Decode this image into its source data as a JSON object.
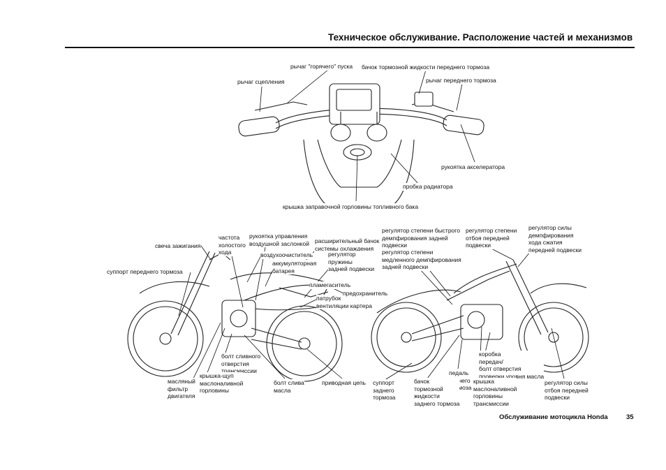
{
  "page": {
    "title": "Техническое обслуживание. Расположение частей и механизмов",
    "footer": "Обслуживание мотоцикла Honda",
    "page_number": "35"
  },
  "handlebar_labels": {
    "hot_start_lever": "рычаг \"горячего\" пуска",
    "front_brake_reservoir": "бачок тормозной жидкости переднего тормоза",
    "clutch_lever": "рычаг сцепления",
    "front_brake_lever": "рычаг переднего тормоза",
    "throttle_grip": "рукоятка акселератора",
    "radiator_cap": "пробка радиатора",
    "fuel_filler_cap": "крышка заправочной горловины топливного бака"
  },
  "left_bike_labels": {
    "spark_plug": "свеча зажигания",
    "idle_speed": "частота\nхолостого\nхода",
    "choke_knob": "рукоятка управления\nвоздушной заслонкой",
    "coolant_reserve": "расширительный бачок\nсистемы охлаждения",
    "front_brake_caliper": "суппорт переднего тормоза",
    "air_cleaner": "воздухоочиститель",
    "battery": "аккумуляторная\nбатарея",
    "rear_spring_adjuster": "регулятор\nпружины\nзадней подвески",
    "spark_arrester": "пламегаситель",
    "crankcase_breather": "патрубок\nвентиляции картера",
    "fuse": "предохранитель",
    "trans_drain_bolt": "болт сливного\nотверстия\nтрансмиссии",
    "oil_dipstick": "крышка-щуп\nмаслоналивной\nгорловины",
    "oil_filter": "масляный\nфильтр\nдвигателя",
    "oil_drain_bolt": "болт слива\nмасла",
    "drive_chain": "приводная цепь"
  },
  "right_bike_labels": {
    "rear_high_speed": "регулятор степени быстрого\nдемпфирования задней\nподвески",
    "rear_low_speed": "регулятор степени\nмедленного демпфирования\nзадней подвески",
    "front_rebound": "регулятор степени\nотбоя передней\nподвески",
    "front_compression": "регулятор силы\nдемпфирования\nхода сжатия\nпередней подвески",
    "gearbox_check_bolt": "коробка\nпередач/\nболт отверстия\nпроверки уровня масла",
    "rear_brake_pedal": "педаль\nзаднего\nтормоза",
    "rear_caliper": "суппорт\nзаднего\nтормоза",
    "rear_brake_reservoir": "бачок\nтормозной\nжидкости\nзаднего тормоза",
    "trans_oil_cap": "крышка\nмаслоналивной\nгорловины\nтрансмиссии",
    "front_rebound_adjuster": "регулятор силы\nотбоя передней\nподвески"
  }
}
